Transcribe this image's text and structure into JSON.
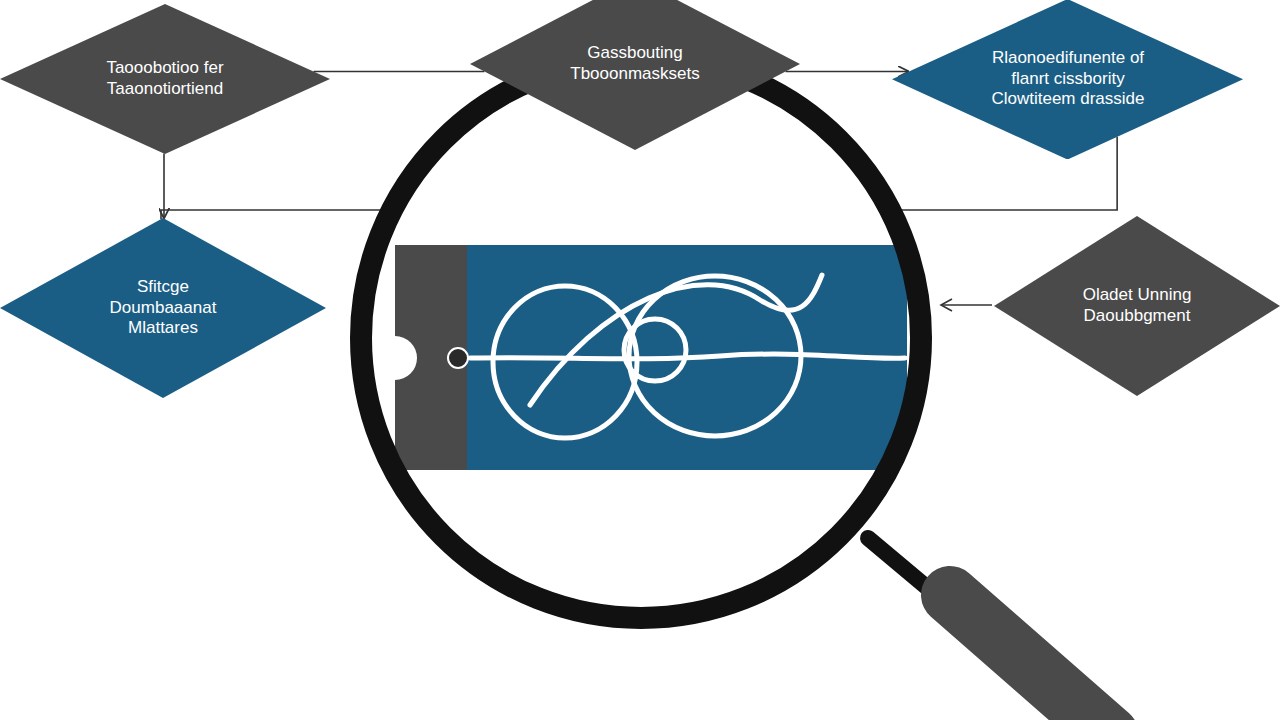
{
  "diagram": {
    "nodes": [
      {
        "text": [
          "Taooobotioo fer Taaonotiortiend"
        ]
      },
      {
        "text": [
          "Gassbouting Tbooonmasksets"
        ]
      },
      {
        "text": [
          "Rlaonoedifunente of flanrt cissbority Clowtiteem drasside"
        ]
      },
      {
        "text": [
          "Sfitcge Doumbaaanat Mlattares"
        ]
      },
      {
        "text": [
          "Oladet Unning Daoubbgment"
        ]
      }
    ],
    "edges": [
      {
        "from": 0,
        "to": 1,
        "arrow": "none"
      },
      {
        "from": 1,
        "to": 2,
        "arrow": "to"
      },
      {
        "from": 0,
        "to": 3,
        "arrow": "to"
      },
      {
        "from": 2,
        "to": 3,
        "arrow": "none"
      }
    ]
  }
}
